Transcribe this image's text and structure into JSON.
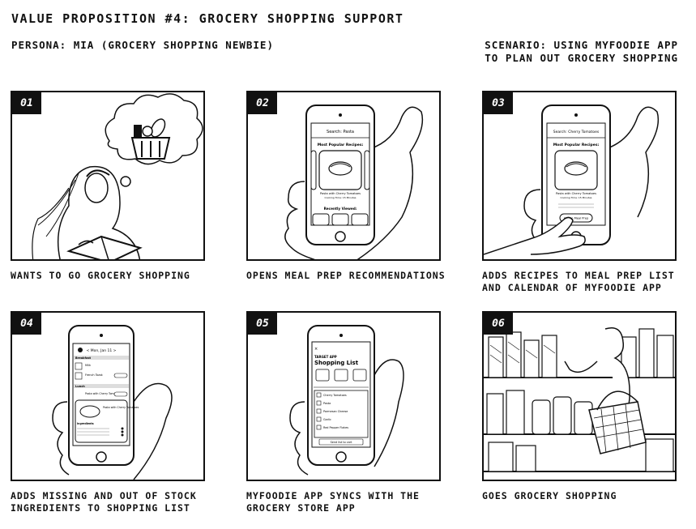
{
  "header": {
    "title": "VALUE PROPOSITION #4: GROCERY SHOPPING SUPPORT",
    "persona": "PERSONA: MIA (GROCERY SHOPPING NEWBIE)",
    "scenario_line1": "SCENARIO: USING MYFOODIE APP",
    "scenario_line2": "TO PLAN OUT GROCERY SHOPPING"
  },
  "panels": [
    {
      "number": "01",
      "caption_line1": "WANTS TO GO GROCERY SHOPPING",
      "caption_line2": ""
    },
    {
      "number": "02",
      "caption_line1": "OPENS MEAL PREP RECOMMENDATIONS",
      "caption_line2": "",
      "screen": {
        "search": "Search: Pasta",
        "heading": "Most Popular Recipes:",
        "recipe": "Pasta with Cherry Tomatoes",
        "time": "Cooking Time: 15 Minutes",
        "section": "Recently Viewed:"
      }
    },
    {
      "number": "03",
      "caption_line1": "ADDS RECIPES TO MEAL PREP LIST",
      "caption_line2": "AND CALENDAR OF MYFOODIE APP",
      "screen": {
        "search": "Search: Cherry Tomatoes",
        "heading": "Most Popular Recipes:",
        "recipe": "Pasta with Cherry Tomatoes",
        "time": "Cooking Time: 15 Minutes",
        "button": "Add to Meal Prep"
      }
    },
    {
      "number": "04",
      "caption_line1": "ADDS MISSING AND OUT OF STOCK",
      "caption_line2": "INGREDIENTS TO SHOPPING LIST",
      "screen": {
        "date": "< Mon, Jan 11 >",
        "breakfast": "Breakfast",
        "item1": "Milk",
        "item2": "French Toast",
        "lunch": "Lunch",
        "item3": "Pasta with Cherry Tomatoes",
        "detail": "Pasta with Cherry Tomatoes",
        "ingredients": "Ingredients"
      }
    },
    {
      "number": "05",
      "caption_line1": "MYFOODIE APP SYNCS WITH THE",
      "caption_line2": "GROCERY STORE APP",
      "screen": {
        "app": "TARGET APP",
        "title": "Shopping List",
        "items": [
          "Cherry Tomatoes",
          "Pasta",
          "Parmesan Cheese",
          "Garlic",
          "Red Pepper Flakes"
        ],
        "footer": "Send list to cart"
      }
    },
    {
      "number": "06",
      "caption_line1": "GOES GROCERY SHOPPING",
      "caption_line2": ""
    }
  ]
}
